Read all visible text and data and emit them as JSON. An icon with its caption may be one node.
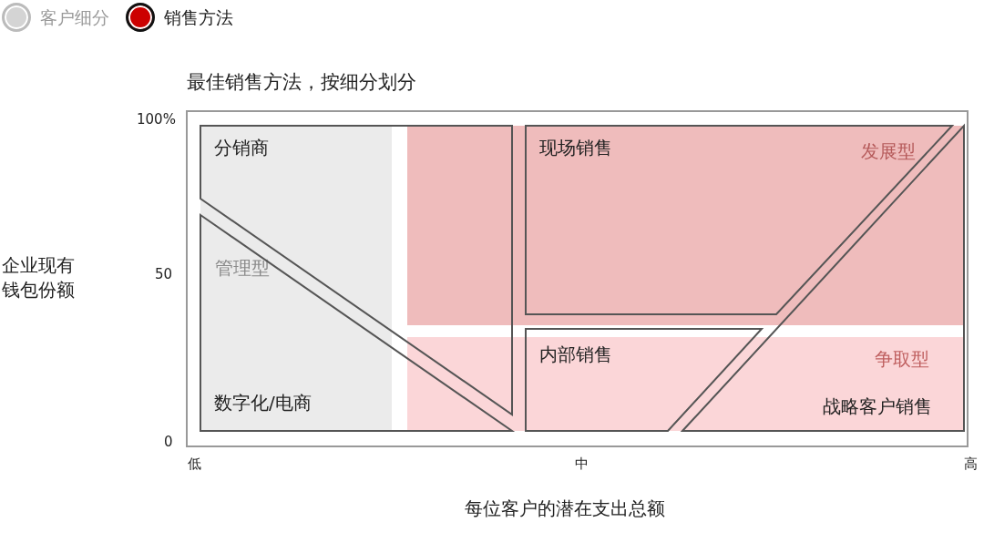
{
  "diagram": {
    "title": "最佳销售方法，按细分划分",
    "nodes": [
      {
        "text": [
          "分销商"
        ]
      },
      {
        "text": [
          "数字化/电商"
        ]
      },
      {
        "text": [
          "现场销售"
        ]
      },
      {
        "text": [
          "内部销售"
        ]
      },
      {
        "text": [
          "战略客户销售"
        ]
      }
    ],
    "edges": [],
    "labels": [
      "100%",
      "发展型",
      "企业现有钱包份额",
      "管理型",
      "50",
      "争取型",
      "0",
      "低",
      "中",
      "高",
      "每位客户的潜在支出总额"
    ],
    "legend": [
      {
        "text": "客户细分",
        "color": "#d4d4d4"
      },
      {
        "text": "销售方法",
        "color": "#cc0000"
      }
    ]
  }
}
